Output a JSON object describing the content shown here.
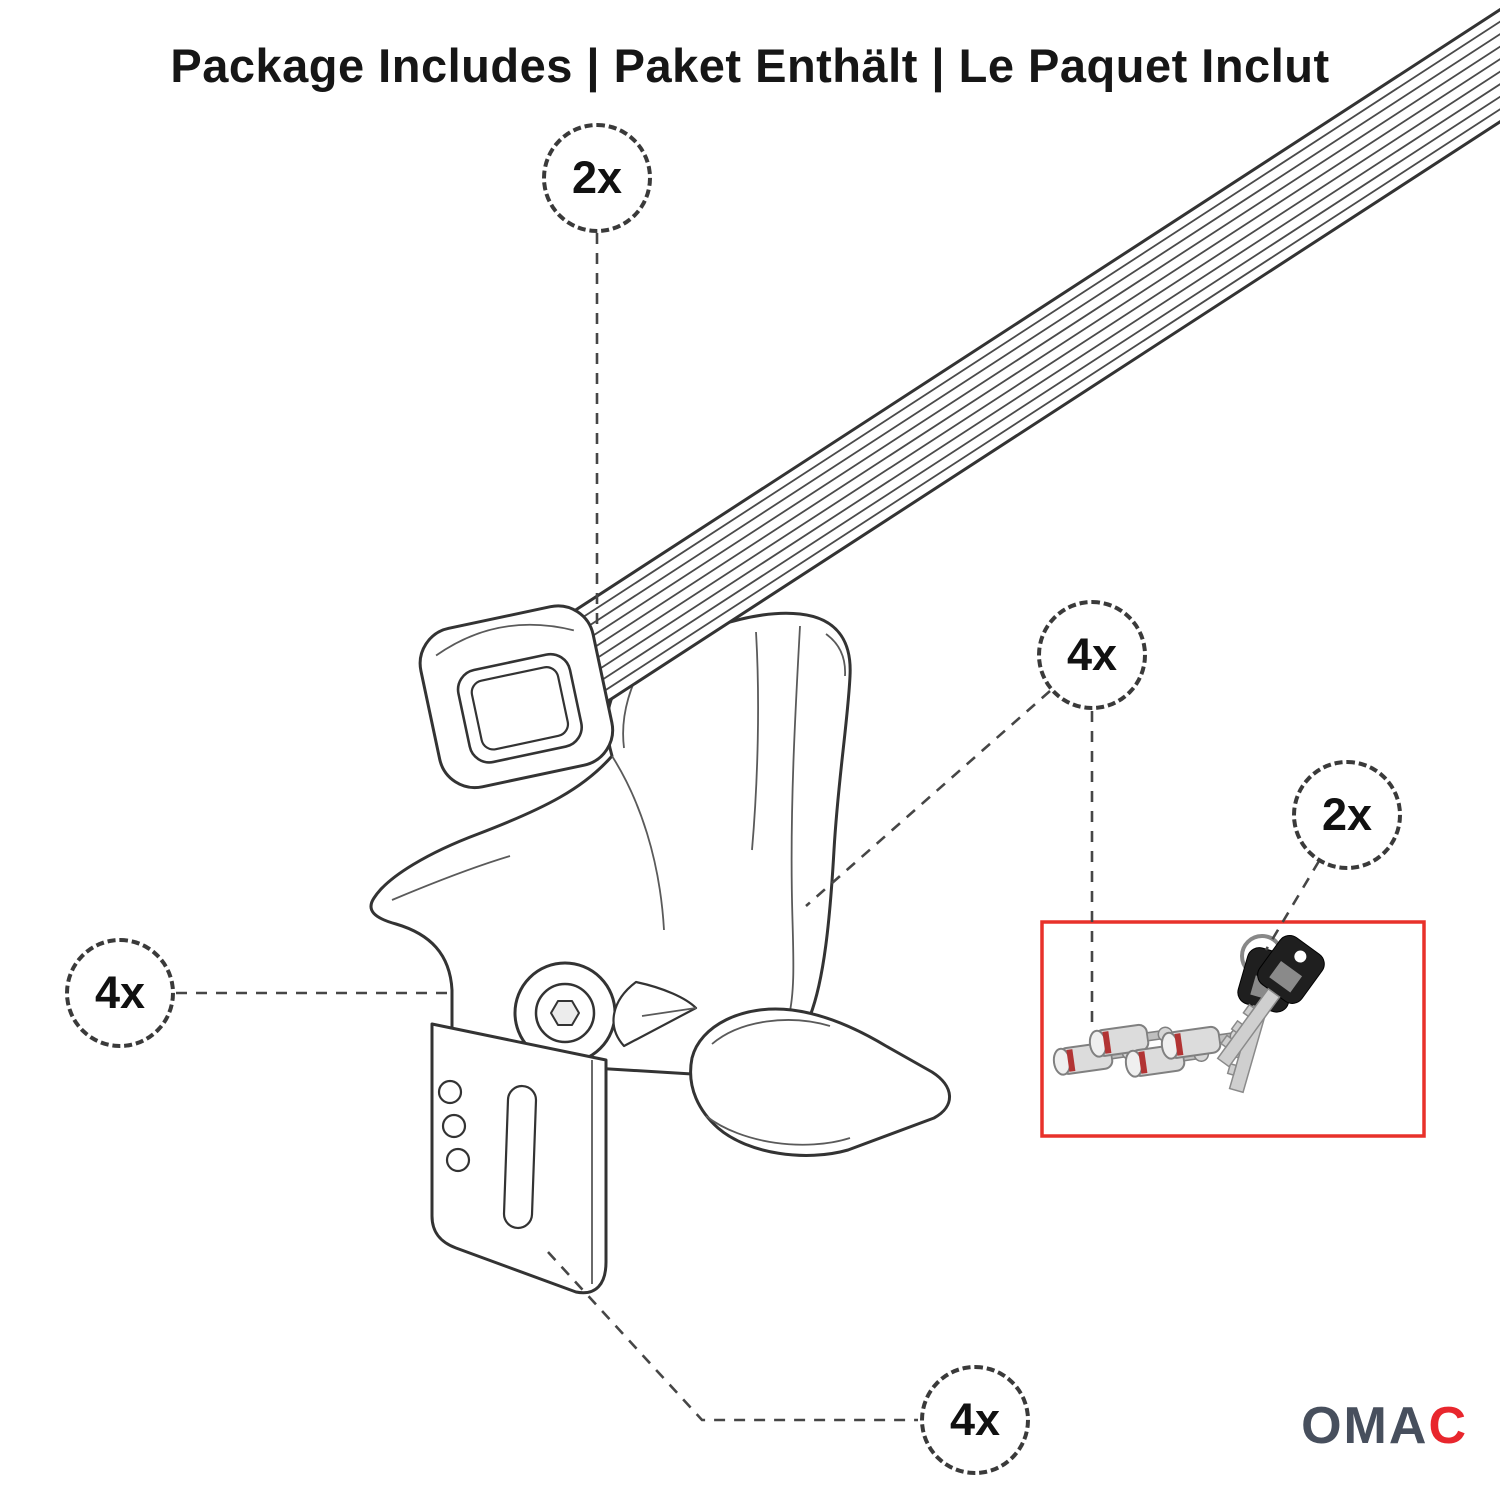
{
  "title": "Package Includes | Paket Enthält | Le Paquet Inclut",
  "callouts": {
    "crossbar_qty": "2x",
    "foot_qty": "4x",
    "locks_qty": "4x",
    "keys_qty": "2x",
    "clamp_qty": "4x"
  },
  "logo": {
    "main": "OMA",
    "accent": "C"
  },
  "colors": {
    "accent_red": "#E8262D",
    "box_border_red": "#E8312A",
    "outline_dark": "#333333"
  }
}
